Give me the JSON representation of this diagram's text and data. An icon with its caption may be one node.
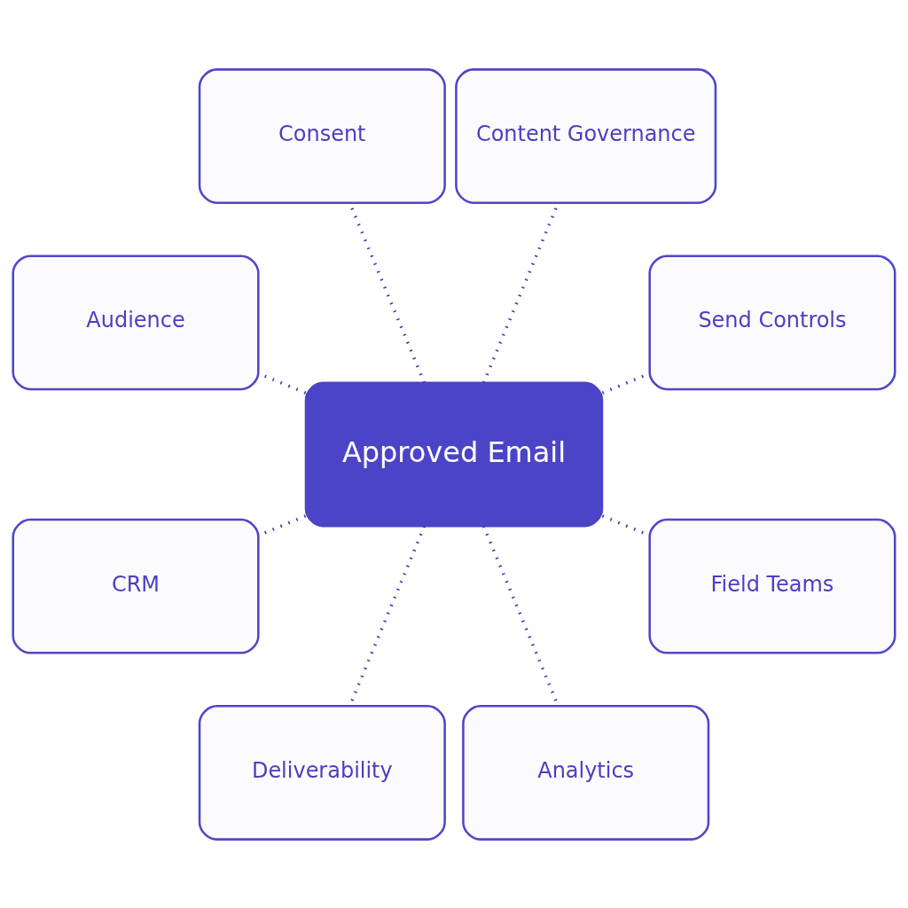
{
  "diagram": {
    "nodes": [
      {
        "text": [
          "Consent"
        ]
      },
      {
        "text": [
          "Audience"
        ]
      },
      {
        "text": [
          "Content Governance"
        ]
      },
      {
        "text": [
          "CRM"
        ]
      },
      {
        "text": [
          "Approved Email"
        ]
      },
      {
        "text": [
          "Send Controls"
        ]
      },
      {
        "text": [
          "Deliverability"
        ]
      },
      {
        "text": [
          "Field Teams"
        ]
      },
      {
        "text": [
          "Analytics"
        ]
      }
    ],
    "edges": [
      {
        "from": 4,
        "to": 0,
        "arrow": "none",
        "style": "dashed"
      },
      {
        "from": 4,
        "to": 2,
        "arrow": "none",
        "style": "dashed"
      },
      {
        "from": 4,
        "to": 5,
        "arrow": "none",
        "style": "dashed"
      },
      {
        "from": 4,
        "to": 7,
        "arrow": "none",
        "style": "dashed"
      },
      {
        "from": 4,
        "to": 8,
        "arrow": "none",
        "style": "dashed"
      },
      {
        "from": 4,
        "to": 6,
        "arrow": "none",
        "style": "dashed"
      },
      {
        "from": 4,
        "to": 3,
        "arrow": "none",
        "style": "dashed"
      },
      {
        "from": 4,
        "to": 1,
        "arrow": "none",
        "style": "dashed"
      }
    ]
  }
}
